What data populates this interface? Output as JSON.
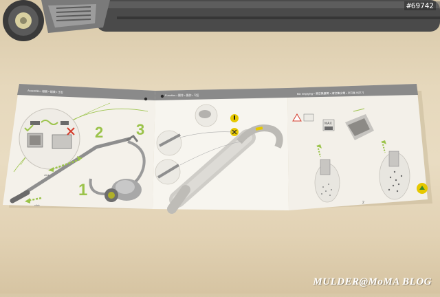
{
  "photo": {
    "id_watermark": "#69742",
    "blog_watermark": "MULDER@MoMA BLOG"
  },
  "manual": {
    "panels": [
      {
        "title": "Assemble • 組裝 • 組装 • 조립"
      },
      {
        "title": "Function • 操作 • 操作 • 작동"
      },
      {
        "title": "Bin emptying • 清空集塵筒 • 清空集尘筒 • 먼지통 비우기"
      }
    ],
    "steps": [
      "1",
      "2",
      "3"
    ],
    "click_label": "click",
    "max_label": "MAX",
    "page_number": "2"
  },
  "colors": {
    "accent_green": "#9bc34a",
    "band_gray": "#8a8a8a",
    "warning_yellow": "#e6c800"
  }
}
